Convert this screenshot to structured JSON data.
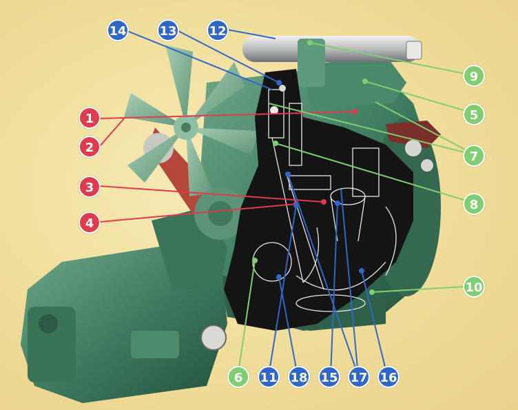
{
  "callouts": [
    {
      "id": "1",
      "label": "1",
      "group": "red"
    },
    {
      "id": "2",
      "label": "2",
      "group": "red"
    },
    {
      "id": "3",
      "label": "3",
      "group": "red"
    },
    {
      "id": "4",
      "label": "4",
      "group": "red"
    },
    {
      "id": "5",
      "label": "5",
      "group": "green"
    },
    {
      "id": "6",
      "label": "6",
      "group": "green"
    },
    {
      "id": "7",
      "label": "7",
      "group": "green"
    },
    {
      "id": "8",
      "label": "8",
      "group": "green"
    },
    {
      "id": "9",
      "label": "9",
      "group": "green"
    },
    {
      "id": "10",
      "label": "10",
      "group": "green"
    },
    {
      "id": "11",
      "label": "11",
      "group": "blue"
    },
    {
      "id": "12",
      "label": "12",
      "group": "blue"
    },
    {
      "id": "13",
      "label": "13",
      "group": "blue"
    },
    {
      "id": "14",
      "label": "14",
      "group": "blue"
    },
    {
      "id": "15",
      "label": "15",
      "group": "blue"
    },
    {
      "id": "16",
      "label": "16",
      "group": "blue"
    },
    {
      "id": "17",
      "label": "17",
      "group": "blue"
    },
    {
      "id": "18",
      "label": "18",
      "group": "blue"
    }
  ],
  "colors": {
    "red": "#e03a4e",
    "blue": "#2f67c8",
    "green": "#7fcf72",
    "engine": "#3e7a5e",
    "cutaway": "#141414"
  }
}
